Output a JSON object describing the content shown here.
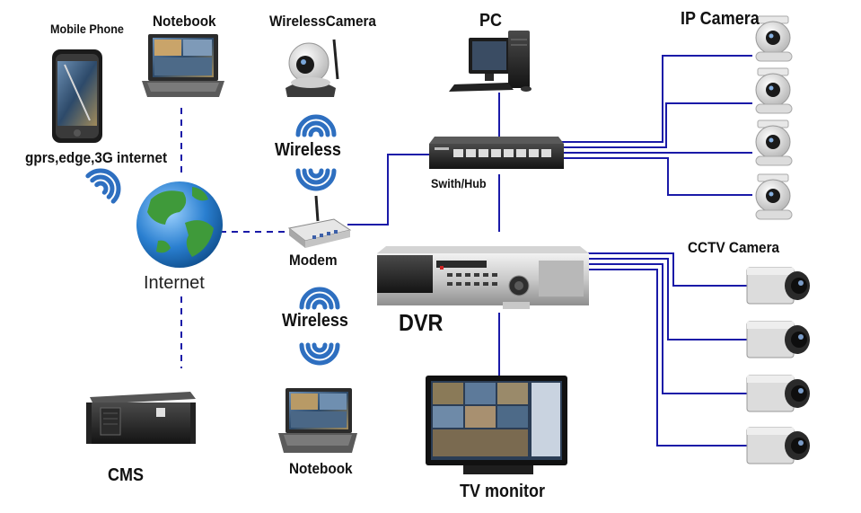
{
  "labels": {
    "mobile_phone": "Mobile Phone",
    "notebook_top": "Notebook",
    "wireless_camera": "WirelessCamera",
    "pc": "PC",
    "ip_camera": "IP Camera",
    "mobile_internet": "gprs,edge,3G internet",
    "wireless_top": "Wireless",
    "switch_hub": "Swith/Hub",
    "internet": "Internet",
    "modem": "Modem",
    "cctv_camera": "CCTV Camera",
    "wireless_bottom": "Wireless",
    "dvr": "DVR",
    "cms": "CMS",
    "notebook_bottom": "Notebook",
    "tv_monitor": "TV monitor"
  },
  "colors": {
    "link_line": "#1a1aa8",
    "wifi_blue": "#2e6fc0",
    "globe_sea": "#2a7fd0",
    "globe_land": "#3f9a3a",
    "device_dark": "#2a2a2a",
    "device_silver": "#c8c8c8",
    "camera_body": "#dcdcdc"
  },
  "icons": {
    "phone": "mobile-phone-icon",
    "notebook": "notebook-icon",
    "wireless_camera": "wireless-camera-icon",
    "pc": "pc-icon",
    "ip_camera": "ip-dome-camera-icon",
    "cctv_camera": "cctv-box-camera-icon",
    "globe": "globe-icon",
    "modem": "modem-icon",
    "switch": "switch-icon",
    "dvr": "dvr-icon",
    "cms": "cms-server-icon",
    "tv": "tv-monitor-icon",
    "wifi": "wireless-signal-icon"
  }
}
